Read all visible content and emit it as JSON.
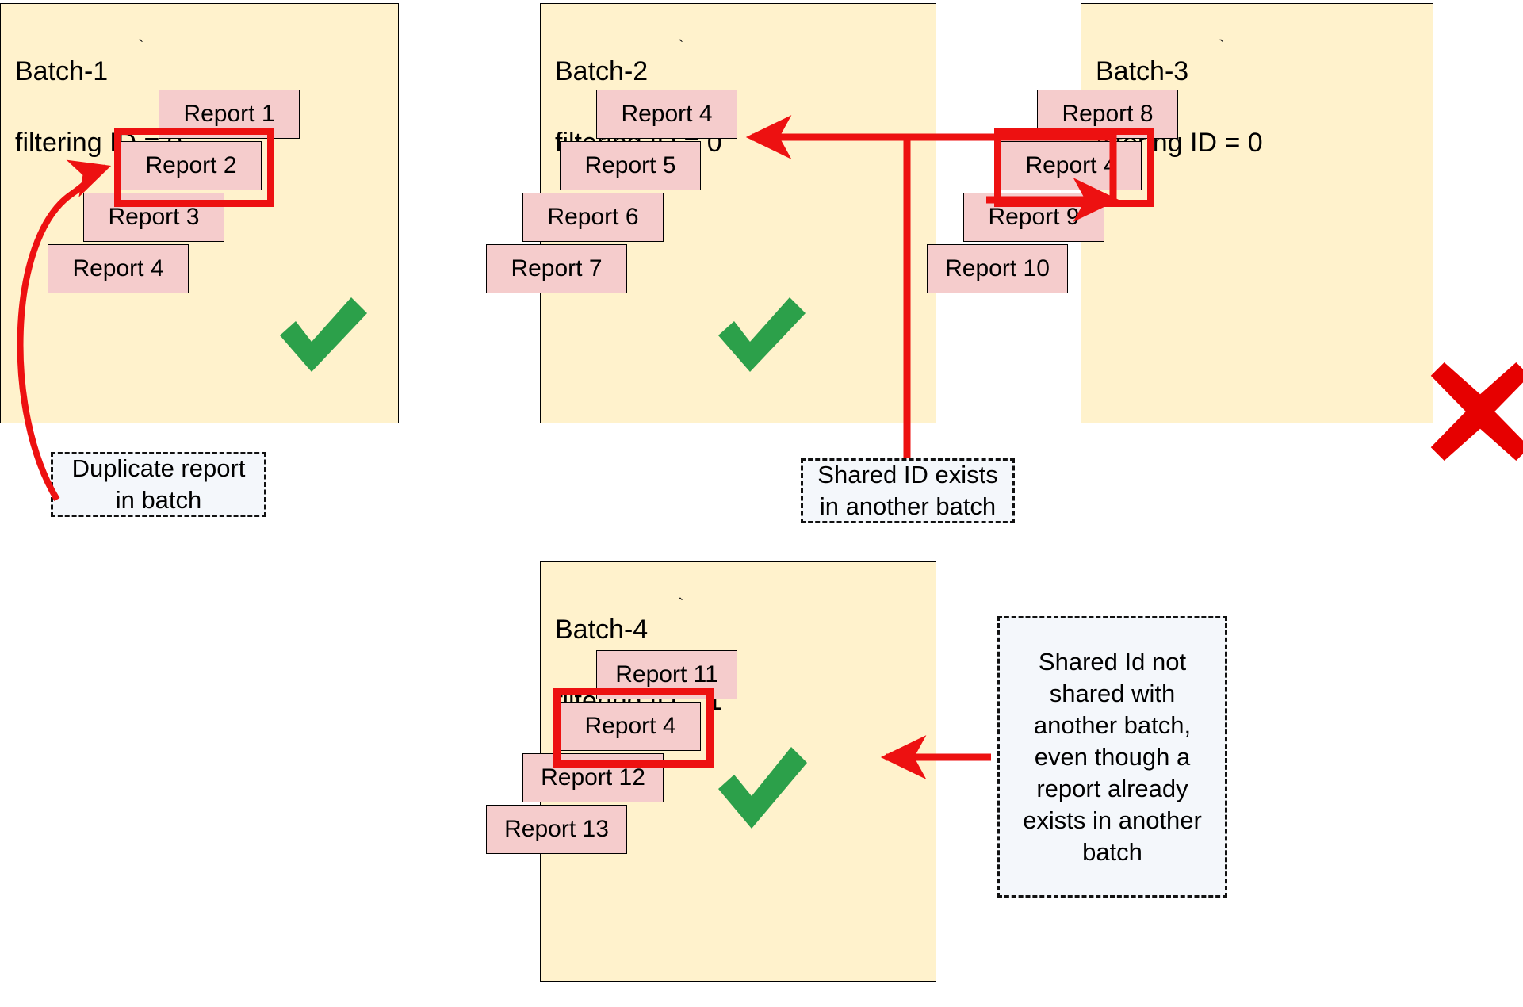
{
  "diagram": {
    "title_hidden": "",
    "colors": {
      "batch_fill": "#fff2cc",
      "batch_border": "#000000",
      "report_fill": "#f5cccc",
      "report_border": "#000000",
      "highlight_red": "#ed1111",
      "arrow_red": "#ed1111",
      "check_green": "#2ca04a",
      "cross_red": "#e60000",
      "callout_fill": "#f4f7fb",
      "callout_border": "#111111"
    }
  },
  "batches": [
    {
      "id": "batch-1",
      "name": "Batch-1",
      "filter_label": "filtering ID = 0",
      "status": "valid",
      "status_icon": "green-check-icon",
      "reports": [
        {
          "label": "Report 1",
          "highlighted": false
        },
        {
          "label": "Report 2",
          "highlighted": true
        },
        {
          "label": "Report 3",
          "highlighted": false
        },
        {
          "label": "Report 4",
          "highlighted": false
        }
      ]
    },
    {
      "id": "batch-2",
      "name": "Batch-2",
      "filter_label": "filtering ID = 0",
      "status": "valid",
      "status_icon": "green-check-icon",
      "reports": [
        {
          "label": "Report 4",
          "highlighted": false
        },
        {
          "label": "Report 5",
          "highlighted": false
        },
        {
          "label": "Report 6",
          "highlighted": false
        },
        {
          "label": "Report 7",
          "highlighted": false
        }
      ]
    },
    {
      "id": "batch-3",
      "name": "Batch-3",
      "filter_label": "filtering ID = 0",
      "status": "invalid",
      "status_icon": "red-cross-icon",
      "reports": [
        {
          "label": "Report 8",
          "highlighted": false
        },
        {
          "label": "Report 4",
          "highlighted": true
        },
        {
          "label": "Report 9",
          "highlighted": false
        },
        {
          "label": "Report 10",
          "highlighted": false
        }
      ]
    },
    {
      "id": "batch-4",
      "name": "Batch-4",
      "filter_label": "filtering ID = 1",
      "status": "valid",
      "status_icon": "green-check-icon",
      "reports": [
        {
          "label": "Report 11",
          "highlighted": false
        },
        {
          "label": "Report 4",
          "highlighted": true
        },
        {
          "label": "Report 12",
          "highlighted": false
        },
        {
          "label": "Report 13",
          "highlighted": false
        }
      ]
    }
  ],
  "callouts": [
    {
      "id": "duplicate-report-callout",
      "text": "Duplicate report\nin batch"
    },
    {
      "id": "shared-id-exists-callout",
      "text": "Shared ID exists\nin another batch"
    },
    {
      "id": "shared-id-not-shared-callout",
      "text": "Shared Id not shared with another batch, even though a report already exists in another batch"
    }
  ]
}
